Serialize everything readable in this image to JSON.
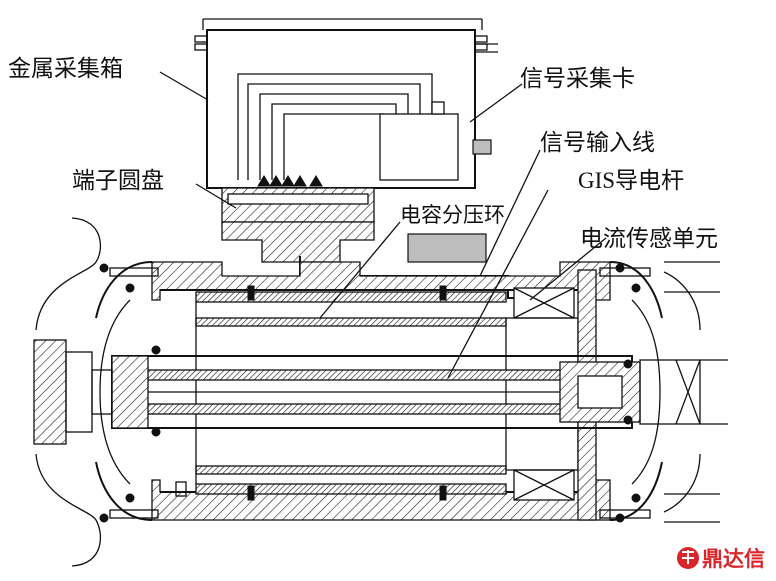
{
  "labels": {
    "metal_box": "金属采集箱",
    "acq_card": "信号采集卡",
    "terminal_disk": "端子圆盘",
    "signal_line": "信号输入线",
    "gis_conductor": "GIS导电杆",
    "cap_divider": "电容分压环",
    "current_unit": "电流传感单元"
  },
  "watermark": {
    "text": "鼎达信",
    "color": "#d9262b"
  }
}
